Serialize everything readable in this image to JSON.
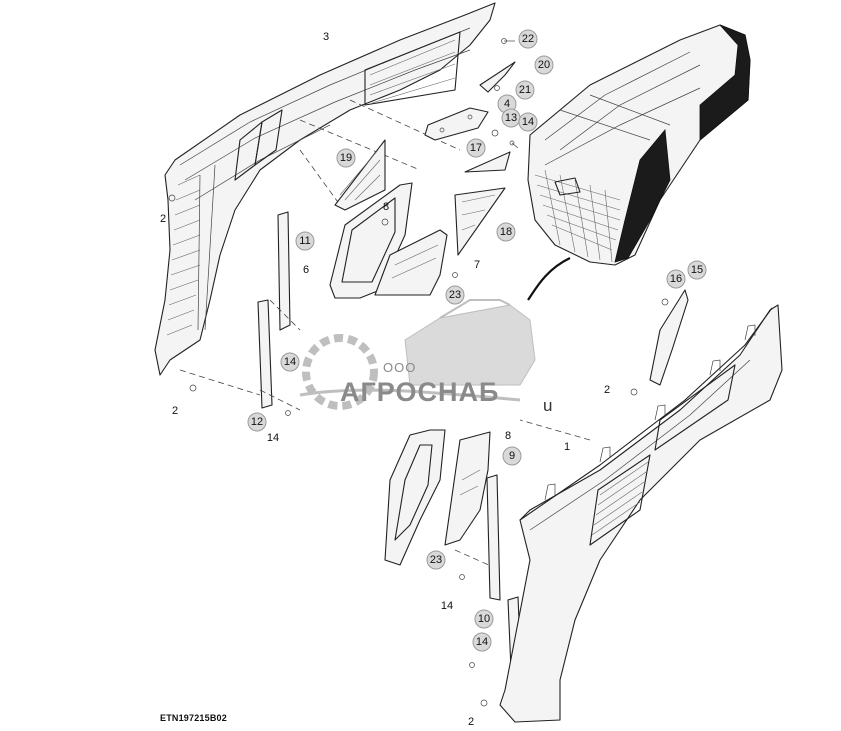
{
  "diagram": {
    "document_id": "ETN197215B02",
    "callouts": [
      "1",
      "2",
      "3",
      "4",
      "6",
      "7",
      "8",
      "9",
      "10",
      "11",
      "12",
      "13",
      "14",
      "15",
      "16",
      "17",
      "18",
      "19",
      "20",
      "21",
      "22",
      "23"
    ]
  },
  "watermark": {
    "company_line": "ООО",
    "name": "АГРОСНАБ",
    "suffix": "u"
  },
  "colors": {
    "callout_fill": "#d9d9d9",
    "line": "#222222",
    "watermark": "#8a8a8a"
  }
}
